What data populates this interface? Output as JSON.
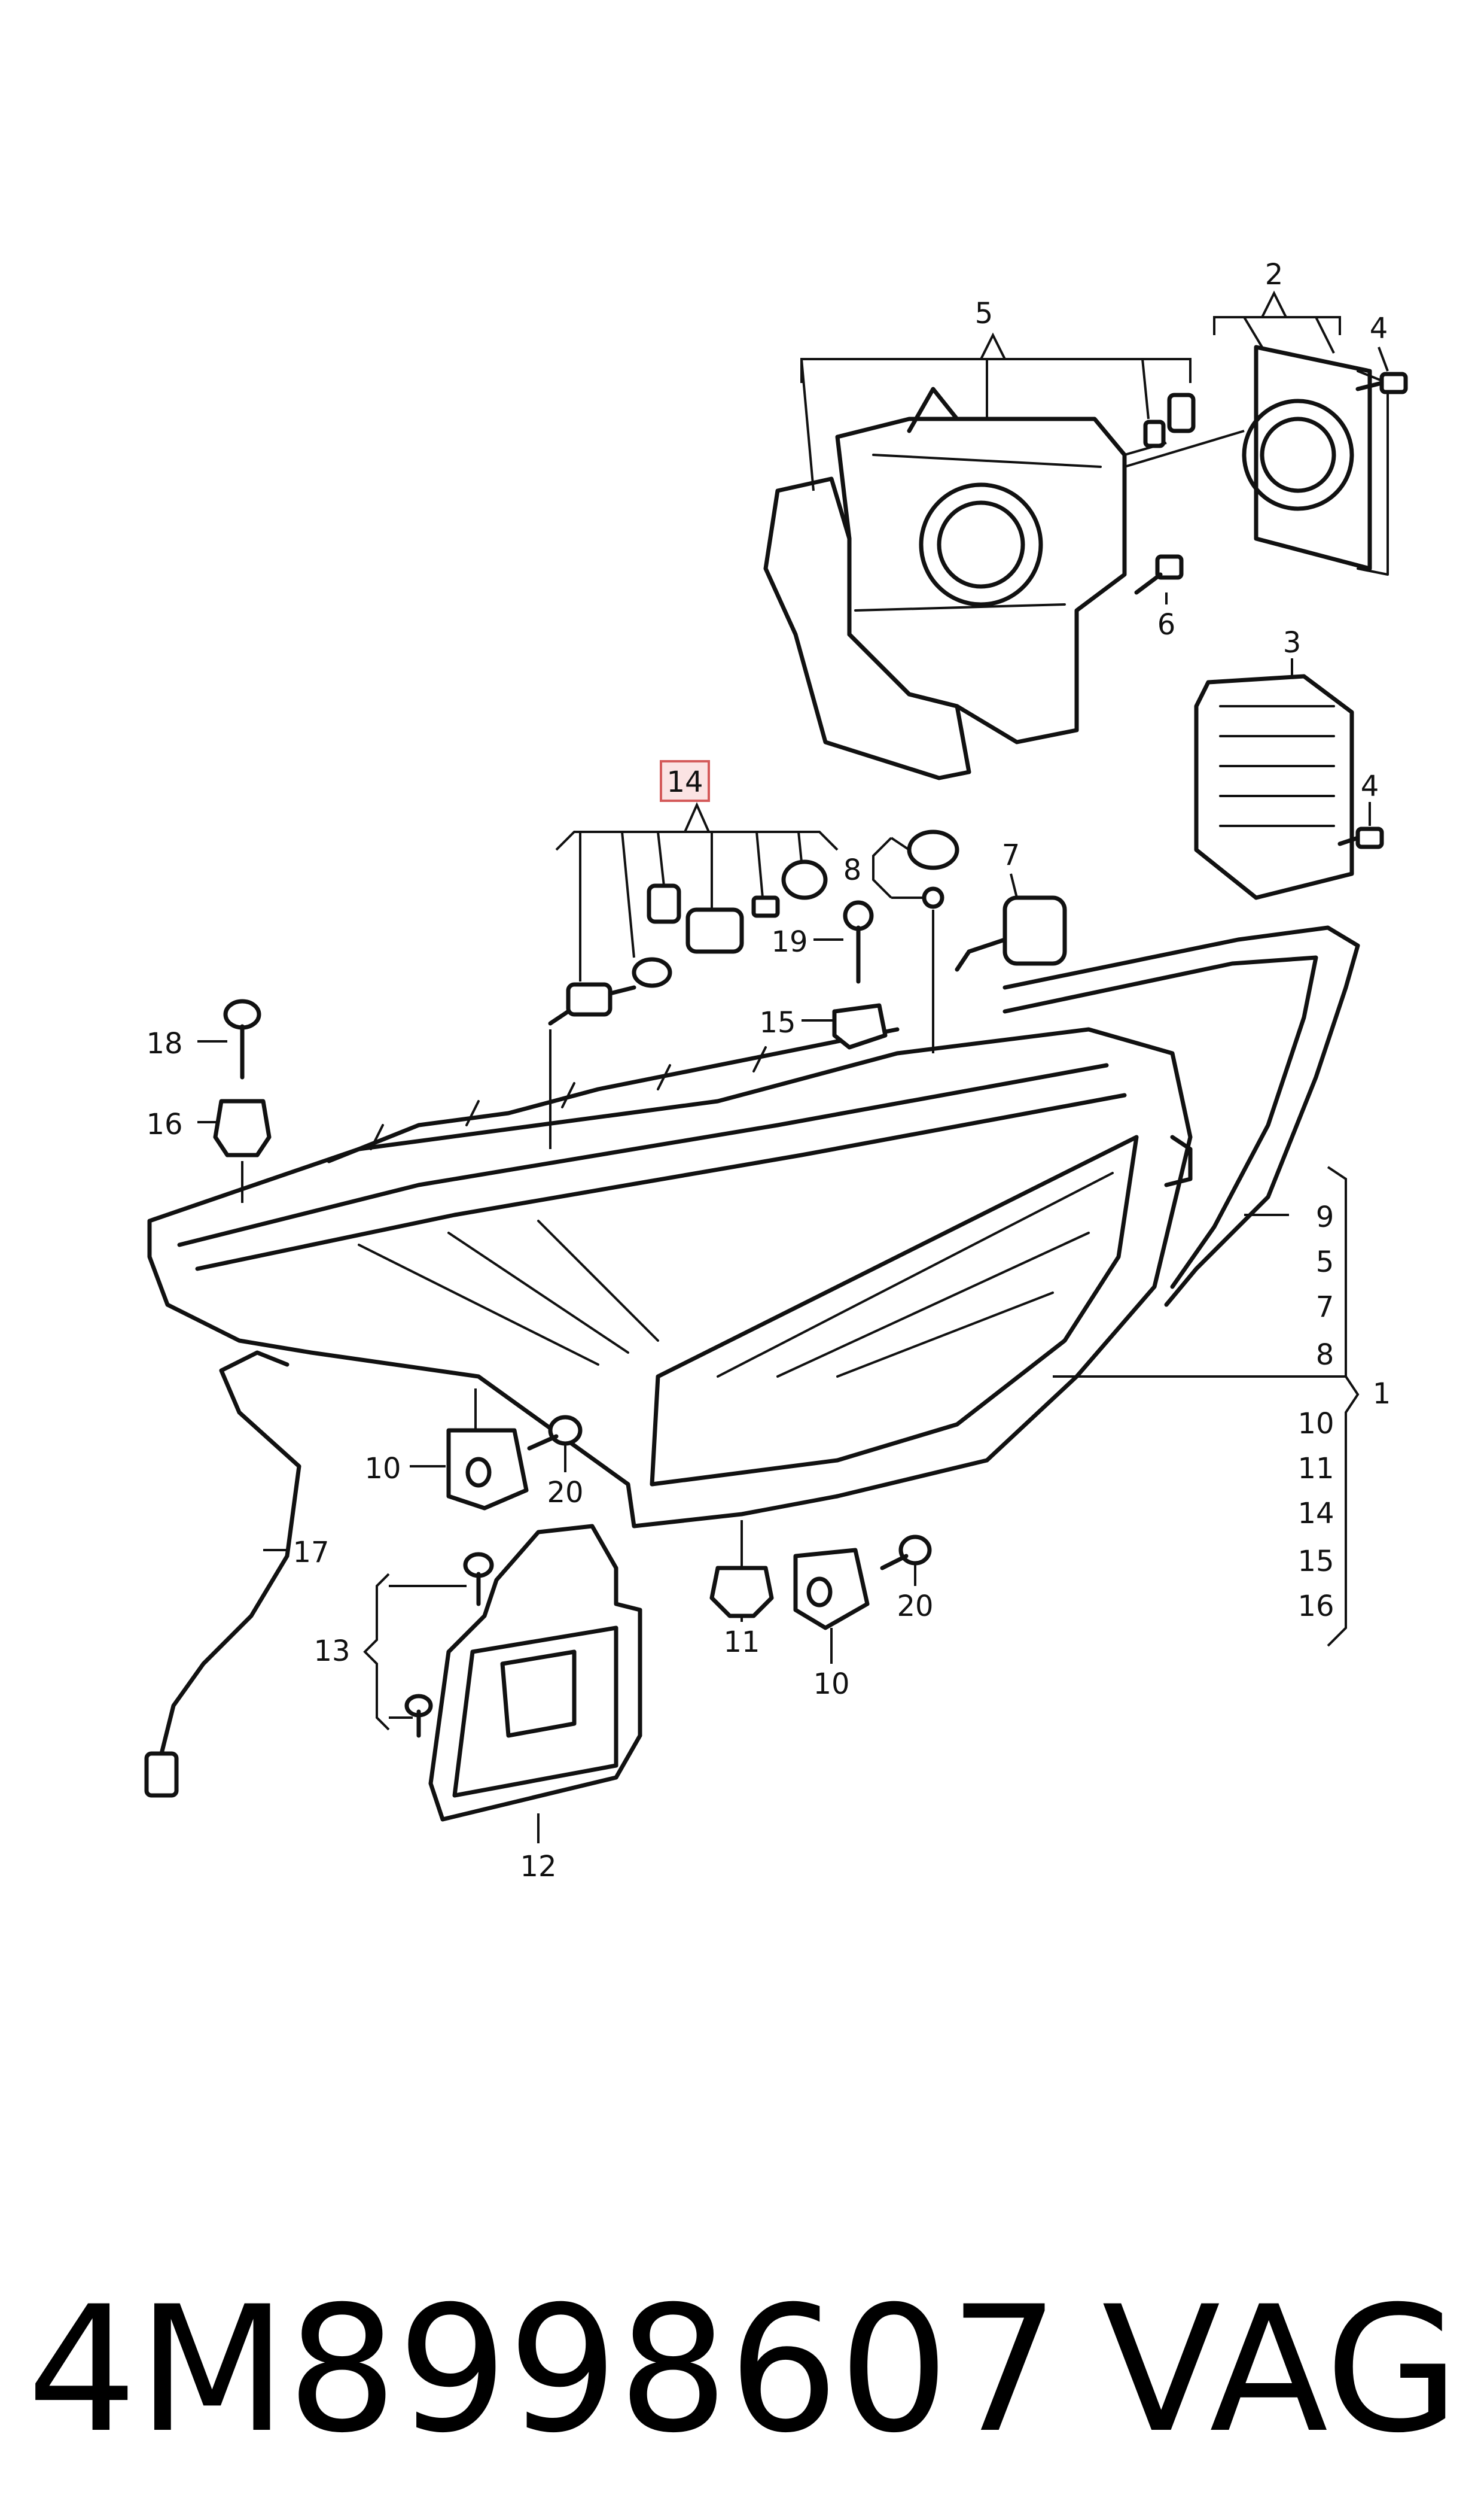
{
  "highlighted_callout": "14",
  "callouts": {
    "c1": "1",
    "c2": "2",
    "c3": "3",
    "c4a": "4",
    "c4b": "4",
    "c5": "5",
    "c6": "6",
    "c7": "7",
    "c8": "8",
    "c10a": "10",
    "c10b": "10",
    "c11": "11",
    "c12": "12",
    "c13": "13",
    "c14": "14",
    "c15": "15",
    "c16": "16",
    "c17": "17",
    "c18": "18",
    "c19": "19",
    "c20a": "20",
    "c20b": "20"
  },
  "bracket_list": [
    "9",
    "5",
    "7",
    "8",
    "10",
    "11",
    "14",
    "15",
    "16"
  ],
  "footer": {
    "part_number": "4M8998607",
    "brand": "VAG"
  }
}
